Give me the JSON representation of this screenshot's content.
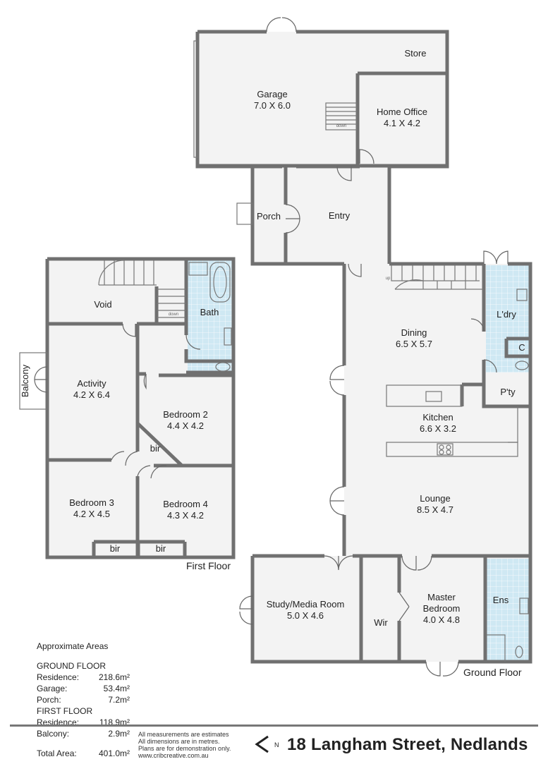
{
  "address": "18 Langham Street, Nedlands",
  "floor_labels": {
    "first": "First Floor",
    "ground": "Ground Floor"
  },
  "rooms": {
    "store": {
      "name": "Store"
    },
    "garage": {
      "name": "Garage",
      "size": "7.0 X 6.0"
    },
    "home_office": {
      "name": "Home Office",
      "size": "4.1 X 4.2"
    },
    "porch": {
      "name": "Porch"
    },
    "entry": {
      "name": "Entry"
    },
    "dining": {
      "name": "Dining",
      "size": "6.5 X 5.7"
    },
    "laundry": {
      "name": "L'dry"
    },
    "cupboard": {
      "name": "C"
    },
    "pantry": {
      "name": "P'ty"
    },
    "kitchen": {
      "name": "Kitchen",
      "size": "6.6 X 3.2"
    },
    "lounge": {
      "name": "Lounge",
      "size": "8.5 X 4.7"
    },
    "study": {
      "name": "Study/Media Room",
      "size": "5.0 X 4.6"
    },
    "wir": {
      "name": "Wir"
    },
    "master": {
      "name": "Master",
      "name2": "Bedroom",
      "size": "4.0 X 4.8"
    },
    "ensuite": {
      "name": "Ens"
    },
    "void": {
      "name": "Void"
    },
    "bath": {
      "name": "Bath"
    },
    "balcony": {
      "name": "Balcony"
    },
    "activity": {
      "name": "Activity",
      "size": "4.2 X 6.4"
    },
    "bedroom2": {
      "name": "Bedroom 2",
      "size": "4.4 X 4.2"
    },
    "bir_bed2": {
      "name": "bir"
    },
    "bedroom3": {
      "name": "Bedroom 3",
      "size": "4.2 X 4.5"
    },
    "bedroom4": {
      "name": "Bedroom 4",
      "size": "4.3 X 4.2"
    },
    "bir_bed3": {
      "name": "bir"
    },
    "bir_bed4": {
      "name": "bir"
    }
  },
  "stair_labels": {
    "down": "down",
    "up": "up"
  },
  "areas": {
    "heading": "Approximate Areas",
    "ground_heading": "GROUND FLOOR",
    "ground": [
      {
        "label": "Residence:",
        "value": "218.6m²"
      },
      {
        "label": "Garage:",
        "value": "53.4m²"
      },
      {
        "label": "Porch:",
        "value": "7.2m²"
      }
    ],
    "first_heading": "FIRST FLOOR",
    "first": [
      {
        "label": "Residence:",
        "value": "118.9m²"
      },
      {
        "label": "Balcony:",
        "value": "2.9m²"
      }
    ],
    "total": {
      "label": "Total Area:",
      "value": "401.0m²"
    }
  },
  "disclaimer": [
    "All measurements are estimates",
    "All dimensions are in metres.",
    "Plans are for demonstration only.",
    "www.cribcreative.com.au"
  ],
  "compass_letter": "N",
  "colors": {
    "wall": "#707070",
    "floor": "#f3f3f3",
    "wet_area": "#cfe8f3",
    "text": "#222222"
  }
}
